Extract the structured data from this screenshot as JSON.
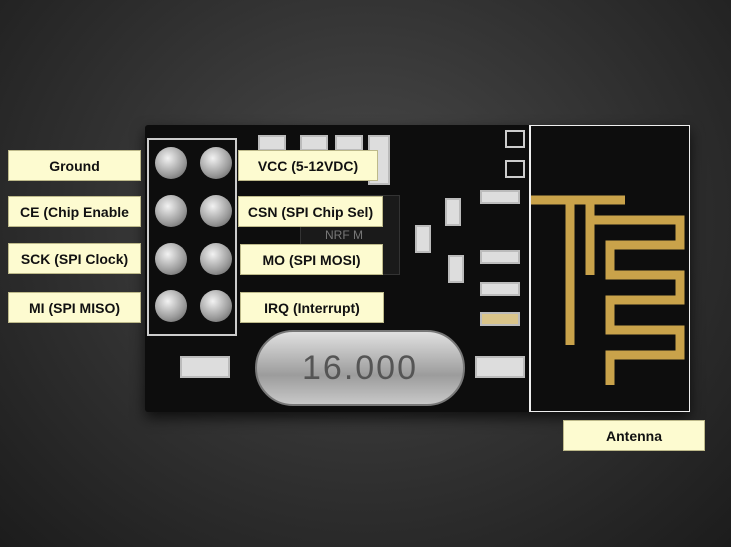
{
  "title": "nRF24L01 module pinout",
  "labels": {
    "ground": "Ground",
    "vcc": "VCC (5-12VDC)",
    "ce": "CE (Chip Enable",
    "csn": "CSN (SPI Chip Sel)",
    "sck": "SCK (SPI Clock)",
    "mo": "MO (SPI MOSI)",
    "mi": "MI (SPI MISO)",
    "irq": "IRQ (Interrupt)",
    "antenna": "Antenna"
  },
  "board": {
    "crystal_marking": "16.000",
    "chip_marking": "NRF M"
  },
  "colors": {
    "label_bg": "#fdfbd0",
    "trace_gold": "#c9a24a",
    "board": "#0d0d0d"
  }
}
